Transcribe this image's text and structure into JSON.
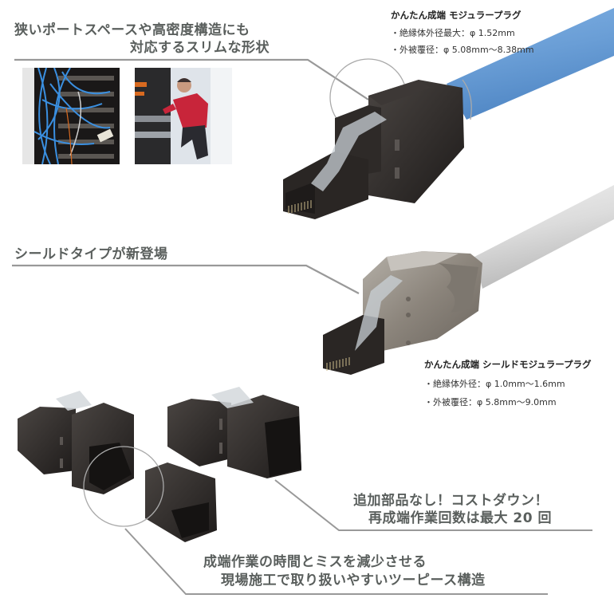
{
  "section_top": {
    "headline_line1": "狭いポートスペースや高密度構造にも",
    "headline_line2": "対応するスリムな形状"
  },
  "photos": [
    {
      "name": "patch-panel-photo",
      "description": "patch panel with blue cables"
    },
    {
      "name": "technician-photo",
      "description": "technician working at server rack"
    }
  ],
  "product_1": {
    "title": "かんたん成端 モジュラープラグ",
    "specs": [
      "・絶縁体外径最大：φ 1.52mm",
      "・外被覆径：φ 5.08mm〜8.38mm"
    ],
    "cable_color": "#6a9ed6",
    "plug_color": "#2a2624"
  },
  "section_shield": {
    "headline": "シールドタイプが新登場"
  },
  "product_2": {
    "title": "かんたん成端 シールドモジュラープラグ",
    "specs": [
      "・絶縁体外径：φ 1.0mm〜1.6mm",
      "・外被覆径：φ 5.8mm〜9.0mm"
    ],
    "cable_color": "#dcdcdc",
    "plug_color": "#8c857c"
  },
  "feature_cost": {
    "line1": "追加部品なし！コストダウン！",
    "line2": "再成端作業回数は最大 20 回"
  },
  "feature_time": {
    "line1": "成端作業の時間とミスを減少させる",
    "line2": "現場施工で取り扱いやすいツーピース構造"
  },
  "colors": {
    "headline": "#5a5f5d",
    "leader_line": "#999999",
    "background": "#ffffff"
  }
}
